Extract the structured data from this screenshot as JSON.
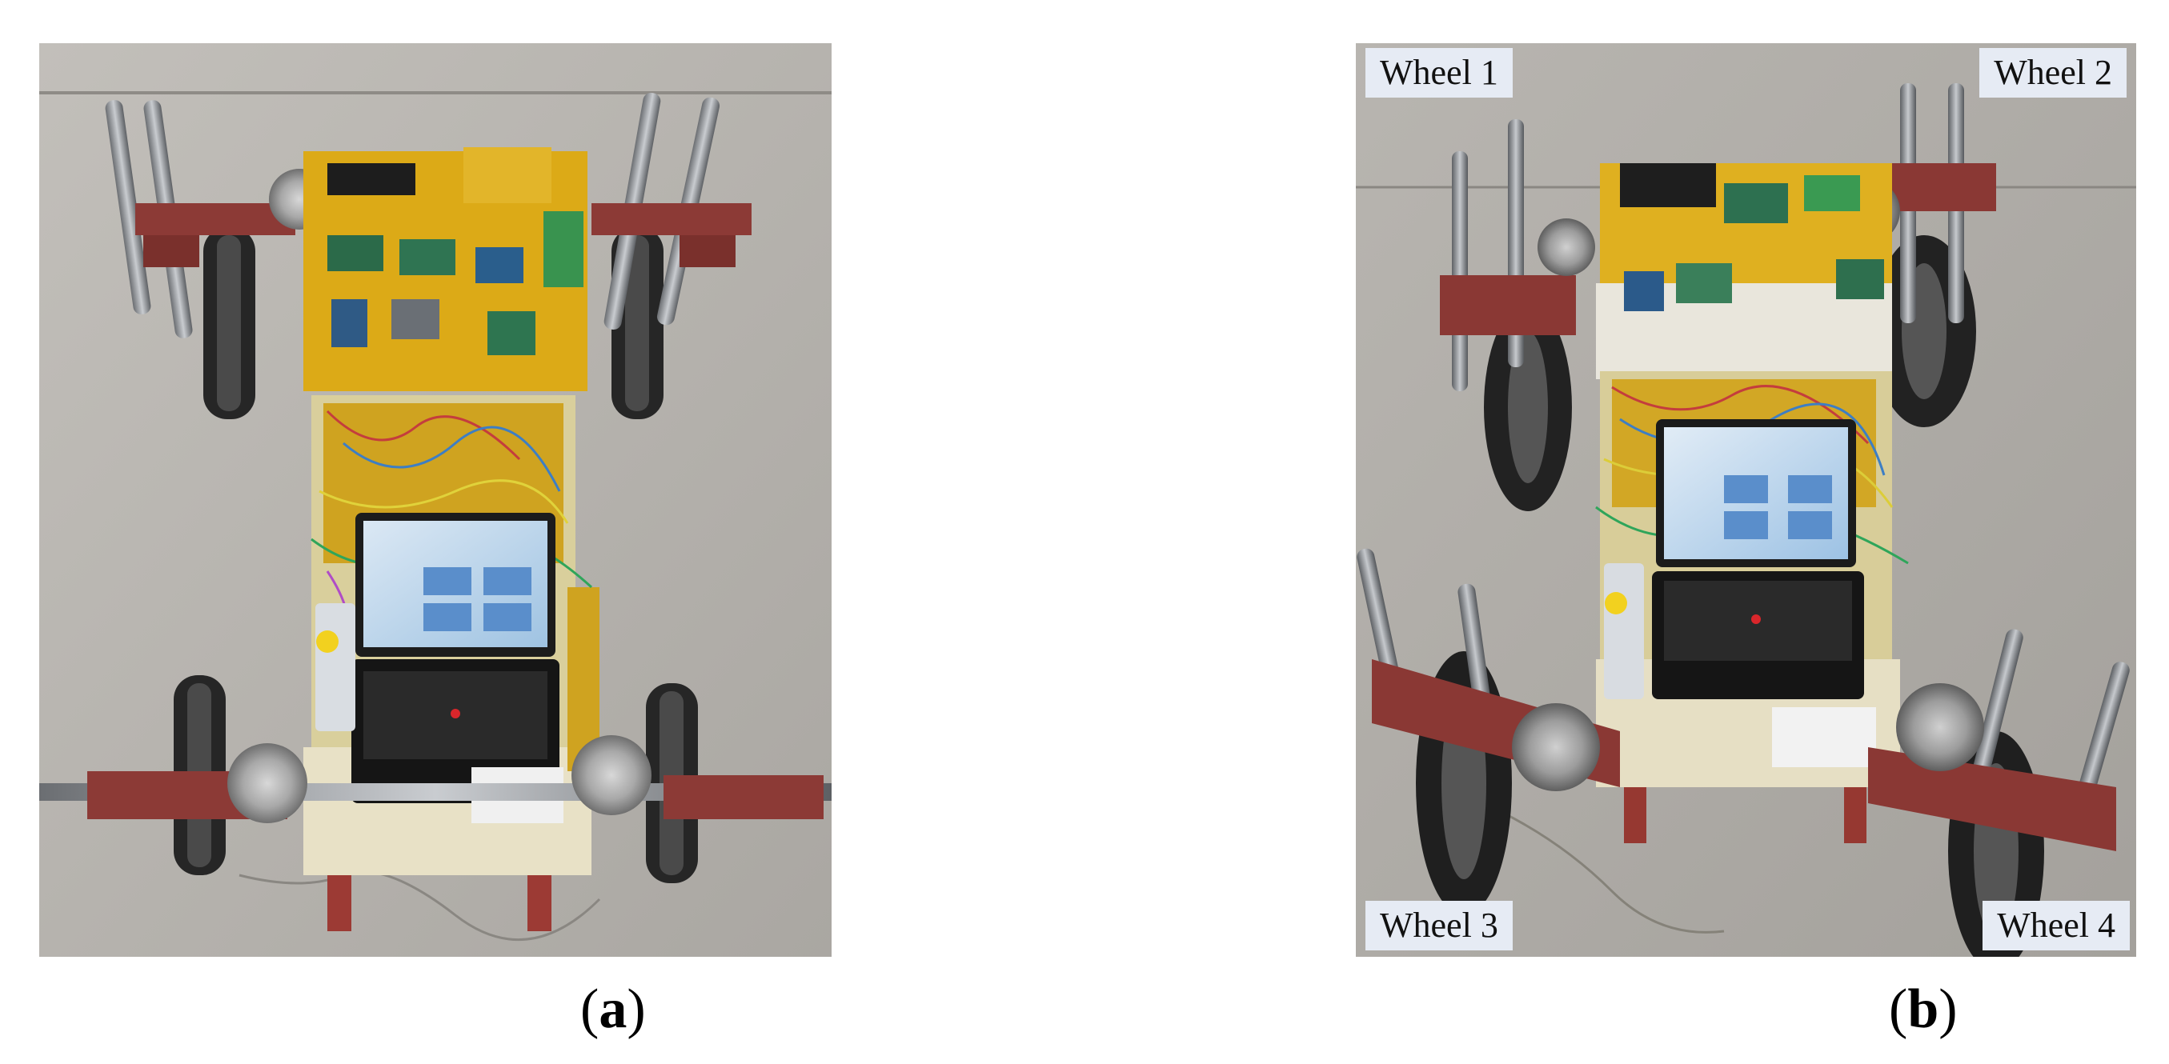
{
  "figure": {
    "panel_a": {
      "caption_letter": "a"
    },
    "panel_b": {
      "caption_letter": "b",
      "labels": {
        "wheel1": "Wheel 1",
        "wheel2": "Wheel 2",
        "wheel3": "Wheel 3",
        "wheel4": "Wheel 4"
      }
    }
  }
}
